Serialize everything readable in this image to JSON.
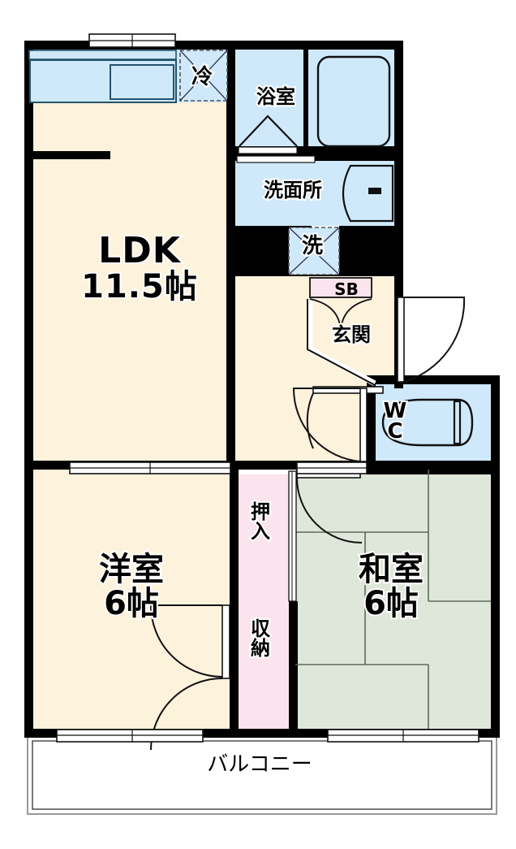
{
  "plan": {
    "type": "floor-plan",
    "layout_code": "2LDK",
    "colors": {
      "wall": "#000000",
      "living_floor": "#fdf2dc",
      "water_area": "#cfe9fb",
      "tatami": "#dfe7da",
      "closet": "#fbe4ed",
      "balcony": "#ffffff",
      "line": "#1a1a1a",
      "background": "#ffffff"
    },
    "rooms": [
      {
        "name": "ldk",
        "label": "LDK",
        "size": "11.5帖",
        "floor": "living_floor"
      },
      {
        "name": "yoshitsu",
        "label": "洋室",
        "size": "6帖",
        "floor": "living_floor"
      },
      {
        "name": "washitsu",
        "label": "和室",
        "size": "6帖",
        "floor": "tatami"
      },
      {
        "name": "yokushitsu",
        "label": "浴室",
        "size": "",
        "floor": "water_area"
      },
      {
        "name": "senmenjo",
        "label": "洗面所",
        "size": "",
        "floor": "water_area"
      },
      {
        "name": "toilet",
        "label": "WC",
        "size": "",
        "floor": "water_area"
      },
      {
        "name": "genkan",
        "label": "玄関",
        "size": "",
        "floor": "living_floor"
      },
      {
        "name": "oshiire",
        "label": "押入",
        "size": "",
        "floor": "closet"
      },
      {
        "name": "shuno",
        "label": "収納",
        "size": "",
        "floor": "closet"
      },
      {
        "name": "balcony",
        "label": "バルコニー",
        "size": "",
        "floor": "balcony"
      }
    ],
    "labels": {
      "ldk_name": "LDK",
      "ldk_size": "11.5帖",
      "yoshitsu_name": "洋室",
      "yoshitsu_size": "6帖",
      "washitsu_name": "和室",
      "washitsu_size": "6帖",
      "yokushitsu": "浴室",
      "senmenjo": "洗面所",
      "wc_line1": "W",
      "wc_line2": "C",
      "genkan": "玄関",
      "shoe_box": "SB",
      "refrigerator": "冷",
      "washer": "洗",
      "oshiire_line1": "押",
      "oshiire_line2": "入",
      "shuno_line1": "収",
      "shuno_line2": "納",
      "balcony": "バルコニー"
    },
    "fixtures": [
      {
        "name": "kitchen-counter",
        "label": ""
      },
      {
        "name": "kitchen-sink",
        "label": ""
      },
      {
        "name": "refrigerator-slot",
        "label": "冷"
      },
      {
        "name": "bathtub",
        "label": ""
      },
      {
        "name": "vanity-sink",
        "label": ""
      },
      {
        "name": "washer-slot",
        "label": "洗"
      },
      {
        "name": "toilet-bowl",
        "label": ""
      },
      {
        "name": "shoe-box",
        "label": "SB"
      }
    ],
    "openings": [
      {
        "name": "window-kitchen",
        "kind": "sliding-window"
      },
      {
        "name": "window-yoshitsu",
        "kind": "sliding-window"
      },
      {
        "name": "window-yoshitsu-balcony",
        "kind": "sliding-glass-door"
      },
      {
        "name": "window-washitsu-balcony",
        "kind": "sliding-glass-door"
      },
      {
        "name": "door-entrance",
        "kind": "hinged-door"
      },
      {
        "name": "door-wc",
        "kind": "hinged-door"
      },
      {
        "name": "door-genkan-hall",
        "kind": "hinged-door"
      },
      {
        "name": "door-yoshitsu",
        "kind": "double-hinged-door"
      },
      {
        "name": "door-washitsu",
        "kind": "hinged-door"
      },
      {
        "name": "door-bath",
        "kind": "folding-door"
      },
      {
        "name": "door-senmenjo",
        "kind": "sliding-door"
      },
      {
        "name": "door-oshiire",
        "kind": "sliding-door"
      },
      {
        "name": "partition-ldk-hall",
        "kind": "sliding-partition"
      }
    ]
  }
}
